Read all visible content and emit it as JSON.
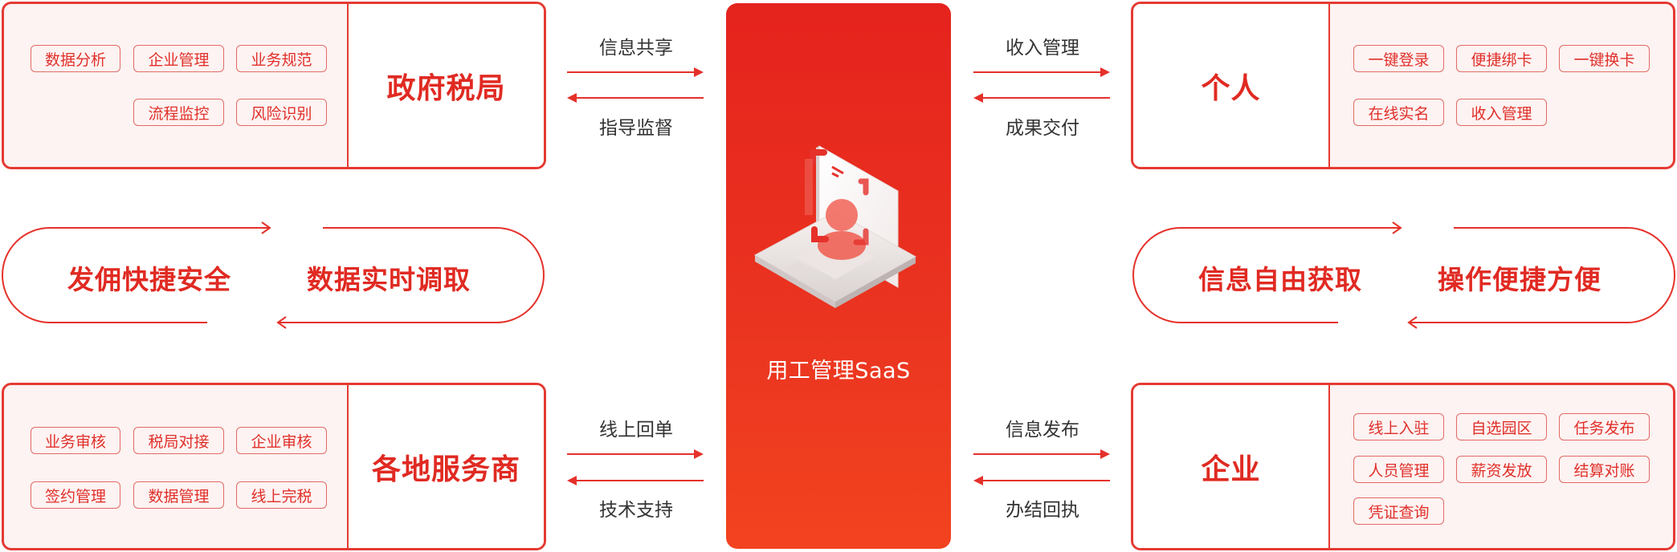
{
  "center": {
    "title": "用工管理SaaS"
  },
  "flows": {
    "tl_top": "信息共享",
    "tl_bottom": "指导监督",
    "tr_top": "收入管理",
    "tr_bottom": "成果交付",
    "bl_top": "线上回单",
    "bl_bottom": "技术支持",
    "br_top": "信息发布",
    "br_bottom": "办结回执"
  },
  "cards": {
    "gov": {
      "title": "政府税局",
      "tags": [
        "数据分析",
        "企业管理",
        "业务规范",
        "流程监控",
        "风险识别"
      ]
    },
    "personal": {
      "title": "个人",
      "tags": [
        "一键登录",
        "便捷绑卡",
        "一键换卡",
        "在线实名",
        "收入管理"
      ]
    },
    "providers": {
      "title": "各地服务商",
      "tags": [
        "业务审核",
        "税局对接",
        "企业审核",
        "签约管理",
        "数据管理",
        "线上完税"
      ]
    },
    "enterprise": {
      "title": "企业",
      "tags": [
        "线上入驻",
        "自选园区",
        "任务发布",
        "人员管理",
        "薪资发放",
        "结算对账",
        "凭证查询"
      ]
    }
  },
  "pills": {
    "left": {
      "a": "发佣快捷安全",
      "b": "数据实时调取"
    },
    "right": {
      "a": "信息自由获取",
      "b": "操作便捷方便"
    }
  },
  "colors": {
    "accent": "#e53a32",
    "card_bg": "#fdf3f2",
    "bar_top": "#e5231d",
    "bar_bottom": "#f2431f"
  }
}
